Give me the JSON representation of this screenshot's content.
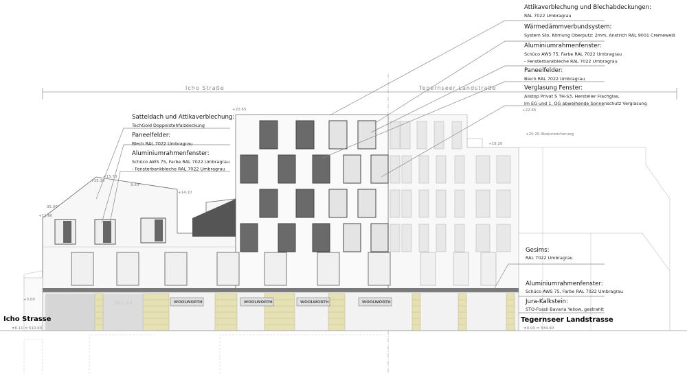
{
  "street_labels": {
    "icho": "Icho Straße",
    "tegernseer": "Tegernseer Landstraße"
  },
  "annotations_right": [
    {
      "title": "Attikaverblechung und Blechabdeckungen:",
      "lines": [
        "RAL 7022 Umbragrau"
      ]
    },
    {
      "title": "Wärmedämmverbundsystem:",
      "lines": [
        "System Sto, Körnung Oberputz: 2mm, Anstrich RAL 9001 Cremeweiß"
      ]
    },
    {
      "title": "Aluminiumrahmenfenster:",
      "lines": [
        "Schüco AWS 75, Farbe RAL 7022 Umbragrau",
        "- Fensterbankbleche RAL 7022 Umbragrau"
      ]
    },
    {
      "title": "Paneelfelder:",
      "lines": [
        "Blech  RAL 7022 Umbragrau"
      ]
    },
    {
      "title": "Verglasung Fenster:",
      "lines": [
        "Allstop Privat S TH-S3, Hersteller Flachglas,",
        "im EG und 1. OG abweihende Sonnenschutz Verglasung"
      ]
    }
  ],
  "annotations_left": [
    {
      "title": "Satteldach und Attikaverblechung:",
      "lines": [
        "TechGold Doppelstehfalzdeckung"
      ]
    },
    {
      "title": "Paneelfelder:",
      "lines": [
        "Blech  RAL 7022 Umbragrau"
      ]
    },
    {
      "title": "Aluminiumrahmenfenster:",
      "lines": [
        "Schüco AWS 75, Farbe RAL 7022 Umbragrau",
        "- Fensterbankbleche RAL 7022 Umbragrau"
      ]
    }
  ],
  "annotations_bottom": [
    {
      "title": "Gesims:",
      "lines": [
        "RAL 7022 Umbragrau"
      ]
    },
    {
      "title": "Aluminiumrahmenfenster:",
      "lines": [
        "Schüco AWS 75, Farbe RAL 7022 Umbragrau"
      ]
    },
    {
      "title": "Jura-Kalkstein:",
      "lines": [
        "STO-Fossil Bavaria Yellow, gestrahlt"
      ]
    }
  ],
  "street_names": {
    "left": "Icho Strasse",
    "right": "Tegernseer Landstrasse"
  },
  "levels": {
    "top_mid": "+22.65",
    "top_right": "+22.65",
    "absturz": "+20.20  Absturzsicherung",
    "step": "+19.20",
    "ridge_a": "+15.10",
    "ridge_b": "+15.70",
    "eave": "+14.10",
    "roof_angle": "9.50°",
    "gable_angle": "35.00°",
    "gable_base": "+11.60",
    "canopy": "+3.00",
    "ground_left": "±0.10 = 510.60",
    "ground_right": "±0.00 = 534.90"
  },
  "shop_signs": {
    "woolworth": "WOOLWORTH",
    "telo": "Telo 64"
  },
  "colors": {
    "stone": "#e6e1b4",
    "dark_window": "#6a6a6a",
    "gesims": "#7a7a7a"
  }
}
